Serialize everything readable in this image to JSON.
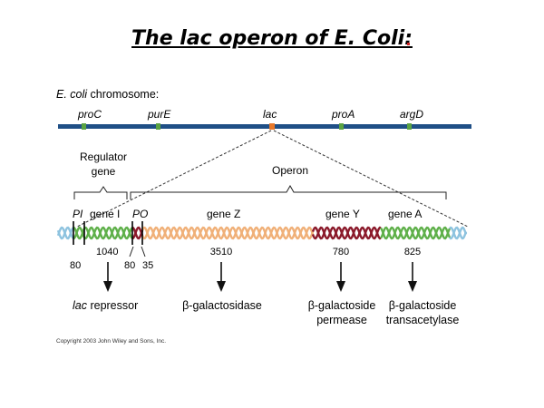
{
  "title": "The lac operon of E. Coli:",
  "chromosome": {
    "label_italic": "E. coli",
    "label_rest": " chromosome:",
    "genes": [
      "proC",
      "purE",
      "lac",
      "proA",
      "argD"
    ]
  },
  "brackets": {
    "regulator_line1": "Regulator",
    "regulator_line2": "gene",
    "operon": "Operon"
  },
  "regions": {
    "pi": "PI",
    "gene_i": "gene I",
    "po": "PO",
    "gene_z": "gene Z",
    "gene_y": "gene Y",
    "gene_a": "gene A"
  },
  "lengths": {
    "pi": "80",
    "gene_i": "1040",
    "p": "80",
    "o": "35",
    "gene_z": "3510",
    "gene_y": "780",
    "gene_a": "825"
  },
  "products": {
    "lacI_italic": "lac",
    "lacI_rest": " repressor",
    "lacZ": "β-galactosidase",
    "lacY_line1": "β-galactoside",
    "lacY_line2": "permease",
    "lacA_line1": "β-galactoside",
    "lacA_line2": "transacetylase"
  },
  "copyright": "Copyright 2003 John Wiley and Sons, Inc.",
  "colors": {
    "chromosome": "#1f4f86",
    "gene_marker": "#5aa342",
    "lac_marker": "#e8782a",
    "helix_light_blue": "#8ec3df",
    "helix_green": "#5fb04a",
    "helix_dark_red": "#8b1a2b",
    "helix_orange": "#f0b078"
  }
}
